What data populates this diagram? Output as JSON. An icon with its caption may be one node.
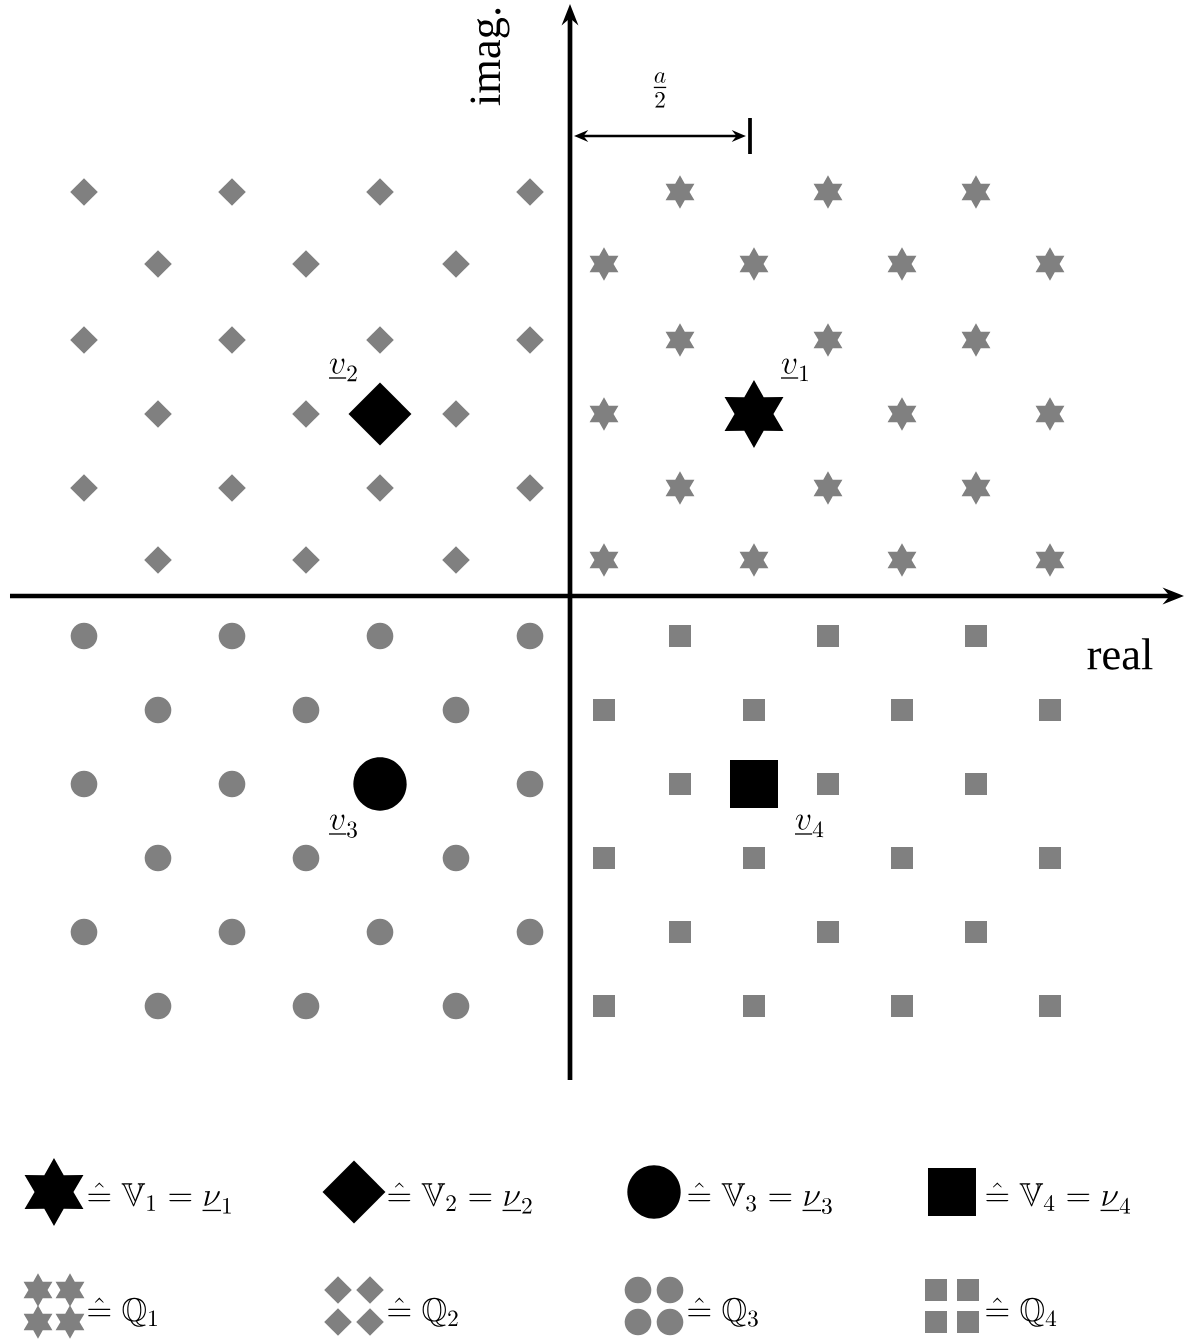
{
  "diagram": {
    "labels": [
      "imag.",
      "real",
      "\\frac{a}{2}",
      "\\underline{v}_2",
      "\\underline{v}_1",
      "\\underline{v}_3",
      "\\underline{v}_4"
    ],
    "legend": [
      {
        "text": "\\mathrel{\\hat{=}}\\mathbb{V}_1=\\underline{\\nu}_1"
      },
      {
        "text": "\\mathrel{\\hat{=}}\\mathbb{V}_2=\\underline{\\nu}_2"
      },
      {
        "text": "\\mathrel{\\hat{=}}\\mathbb{V}_3=\\underline{\\nu}_3"
      },
      {
        "text": "\\mathrel{\\hat{=}}\\mathbb{V}_4=\\underline{\\nu}_4"
      },
      {
        "text": "\\mathrel{\\hat{=}}\\mathbb{Q}_1"
      },
      {
        "text": "\\mathrel{\\hat{=}}\\mathbb{Q}_2"
      },
      {
        "text": "\\mathrel{\\hat{=}}\\mathbb{Q}_3"
      },
      {
        "text": "\\mathrel{\\hat{=}}\\mathbb{Q}_4"
      }
    ]
  }
}
